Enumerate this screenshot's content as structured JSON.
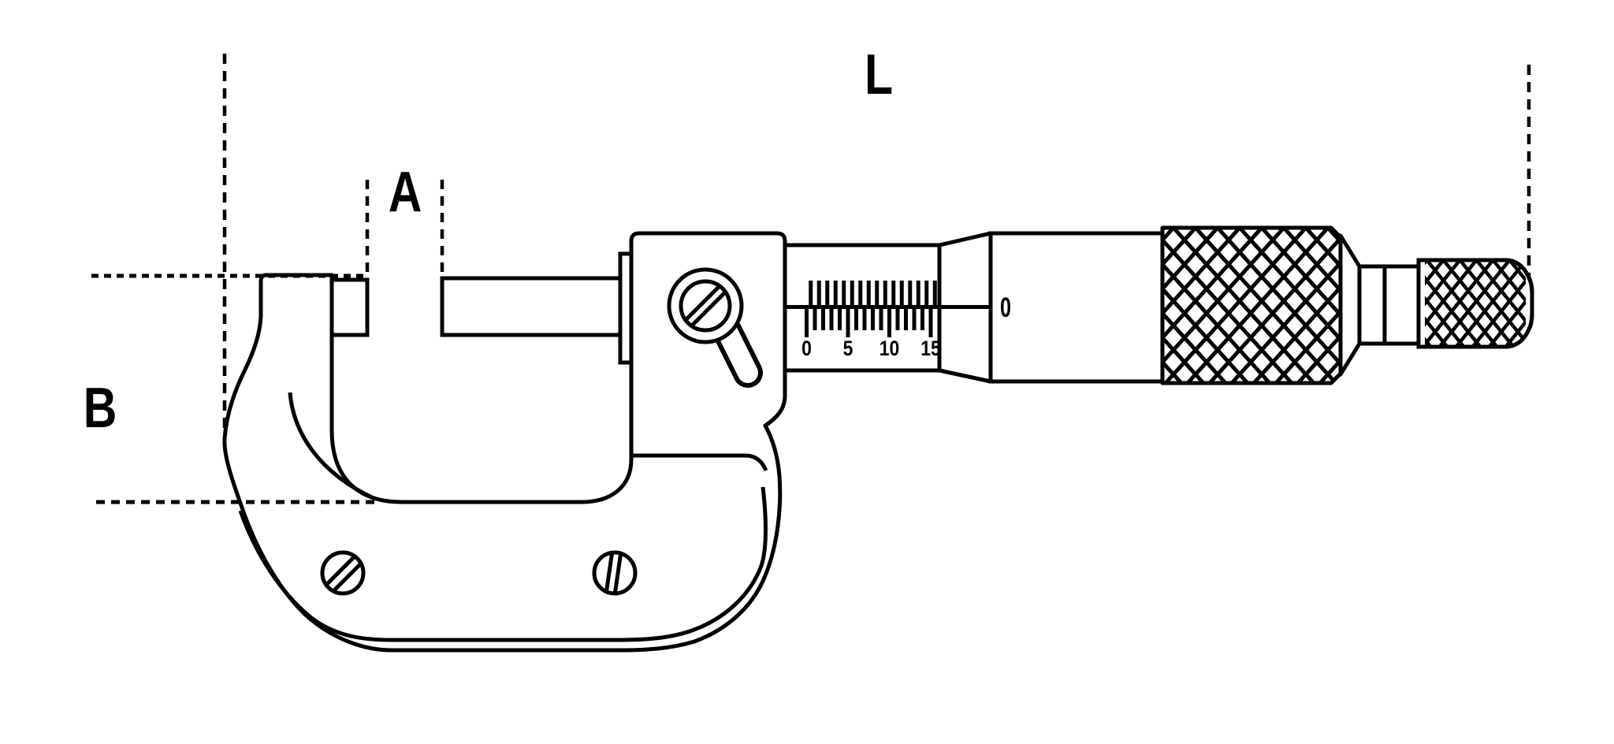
{
  "figure": {
    "background": "#ffffff",
    "line_color": "#000000"
  },
  "labels": {
    "jaw_opening": "A",
    "frame_depth": "B",
    "overall_length": "L"
  },
  "sleeve_scale": {
    "tick_count": 16,
    "major_step": 5,
    "numbers": [
      {
        "value": 0,
        "label": "0"
      },
      {
        "value": 5,
        "label": "5"
      },
      {
        "value": 10,
        "label": "10"
      },
      {
        "value": 15,
        "label": "15"
      }
    ]
  },
  "thimble_scale": {
    "zero_label": "0"
  }
}
